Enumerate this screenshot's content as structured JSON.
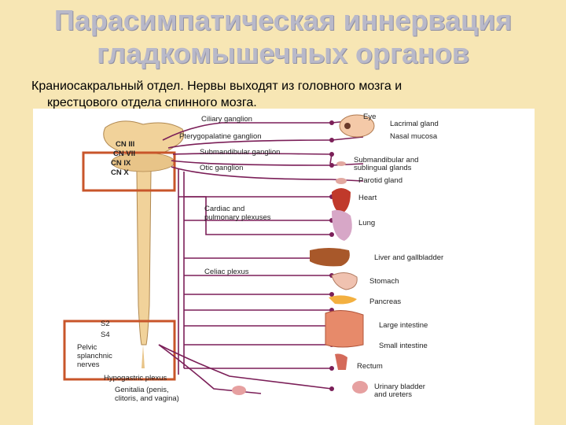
{
  "slide": {
    "title_line1": "Парасимпатическая иннервация",
    "title_line2": "гладкомышечных органов",
    "subtitle_line1": "Краниосакральный отдел. Нервы выходят из головного мозга и",
    "subtitle_line2": "крестцового отдела спинного мозга."
  },
  "diagram": {
    "cranial_nerves": [
      "CN III",
      "CN VII",
      "CN IX",
      "CN X"
    ],
    "ganglia": {
      "ciliary": "Ciliary ganglion",
      "pterygopalatine": "Pterygopalatine ganglion",
      "submandibular": "Submandibular ganglion",
      "otic": "Otic ganglion"
    },
    "plexuses": {
      "cardiac_line1": "Cardiac and",
      "cardiac_line2": "pulmonary plexuses",
      "celiac": "Celiac plexus",
      "hypogastric": "Hypogastric plexus"
    },
    "sacral": {
      "s2": "S2",
      "s4": "S4"
    },
    "pelvic": {
      "line1": "Pelvic",
      "line2": "splanchnic",
      "line3": "nerves"
    },
    "organs": {
      "eye": "Eye",
      "lacrimal": "Lacrimal gland",
      "nasal": "Nasal mucosa",
      "submandibular_line1": "Submandibular and",
      "submandibular_line2": "sublingual glands",
      "parotid": "Parotid gland",
      "heart": "Heart",
      "lung": "Lung",
      "liver": "Liver and gallbladder",
      "stomach": "Stomach",
      "pancreas": "Pancreas",
      "large_intestine": "Large intestine",
      "small_intestine": "Small intestine",
      "rectum": "Rectum",
      "bladder_line1": "Urinary bladder",
      "bladder_line2": "and ureters",
      "genitalia_line1": "Genitalia (penis,",
      "genitalia_line2": "clitoris, and vagina)"
    },
    "colors": {
      "nerve": "#7b1f58",
      "cord": "#f1d29a",
      "highlight_box": "#c8552a"
    }
  }
}
